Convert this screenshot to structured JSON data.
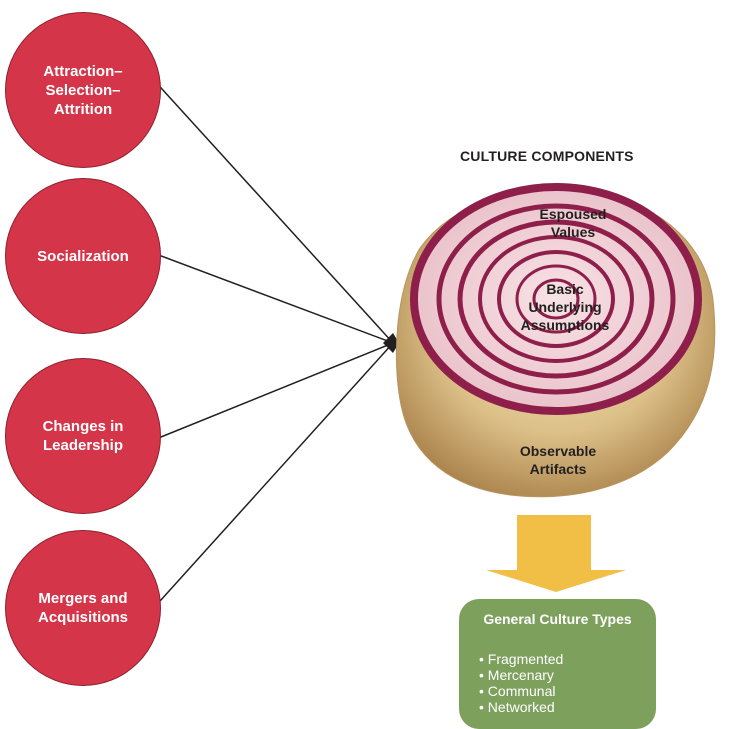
{
  "sources": [
    {
      "label": "Attraction–\nSelection–\nAttrition"
    },
    {
      "label": "Socialization"
    },
    {
      "label": "Changes in\nLeadership"
    },
    {
      "label": "Mergers and\nAcquisitions"
    }
  ],
  "components": {
    "heading": "CULTURE COMPONENTS",
    "espoused": "Espoused\nValues",
    "basic": "Basic\nUnderlying\nAssumptions",
    "observable": "Observable\nArtifacts"
  },
  "types": {
    "title": "General Culture Types",
    "items": [
      "Fragmented",
      "Mercenary",
      "Communal",
      "Networked"
    ]
  },
  "colors": {
    "circle": "#d43548",
    "arrow_down": "#f1bf45",
    "types_box": "#7ea05d",
    "onion_skin": "#dfc68d",
    "onion_ring": "#8e1f4a"
  }
}
